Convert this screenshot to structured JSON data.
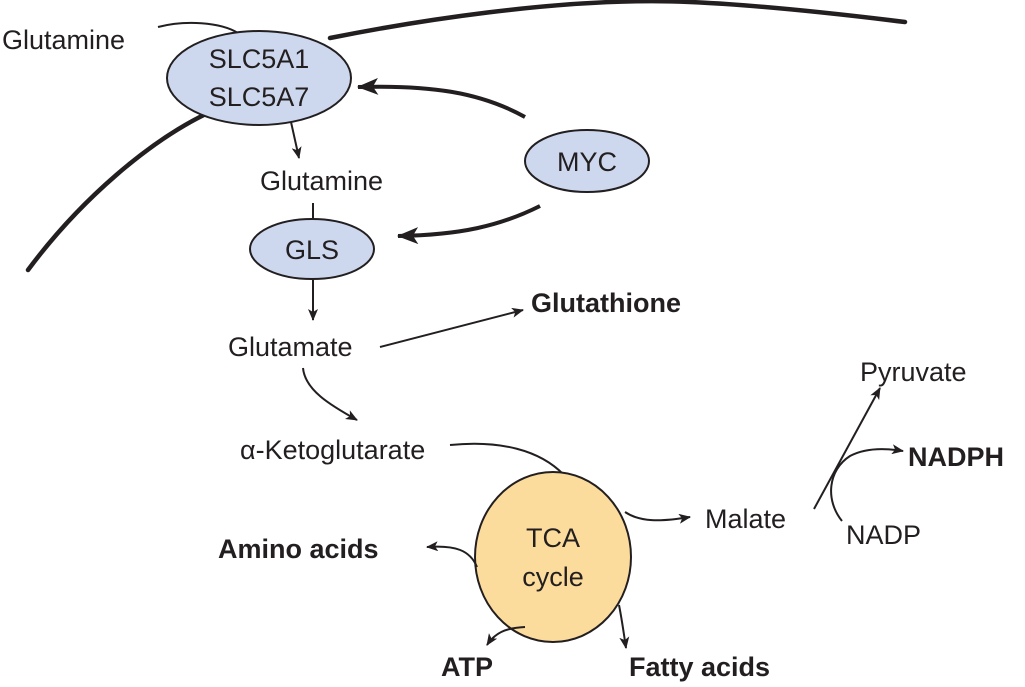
{
  "diagram": {
    "colors": {
      "enzyme_fill": "#cdd8ee",
      "tca_fill": "#fcdc9c",
      "line": "#231f20"
    },
    "nodes": {
      "transporter_line1": "SLC5A1",
      "transporter_line2": "SLC5A7",
      "myc": "MYC",
      "gls": "GLS",
      "tca_line1": "TCA",
      "tca_line2": "cycle"
    },
    "labels": {
      "glutamine_outside": "Glutamine",
      "glutamine_inside": "Glutamine",
      "glutamate": "Glutamate",
      "glutathione": "Glutathione",
      "alpha_ketoglutarate": "α-Ketoglutarate",
      "amino_acids": "Amino acids",
      "atp": "ATP",
      "fatty_acids": "Fatty acids",
      "malate": "Malate",
      "pyruvate": "Pyruvate",
      "nadph": "NADPH",
      "nadp": "NADP"
    }
  }
}
